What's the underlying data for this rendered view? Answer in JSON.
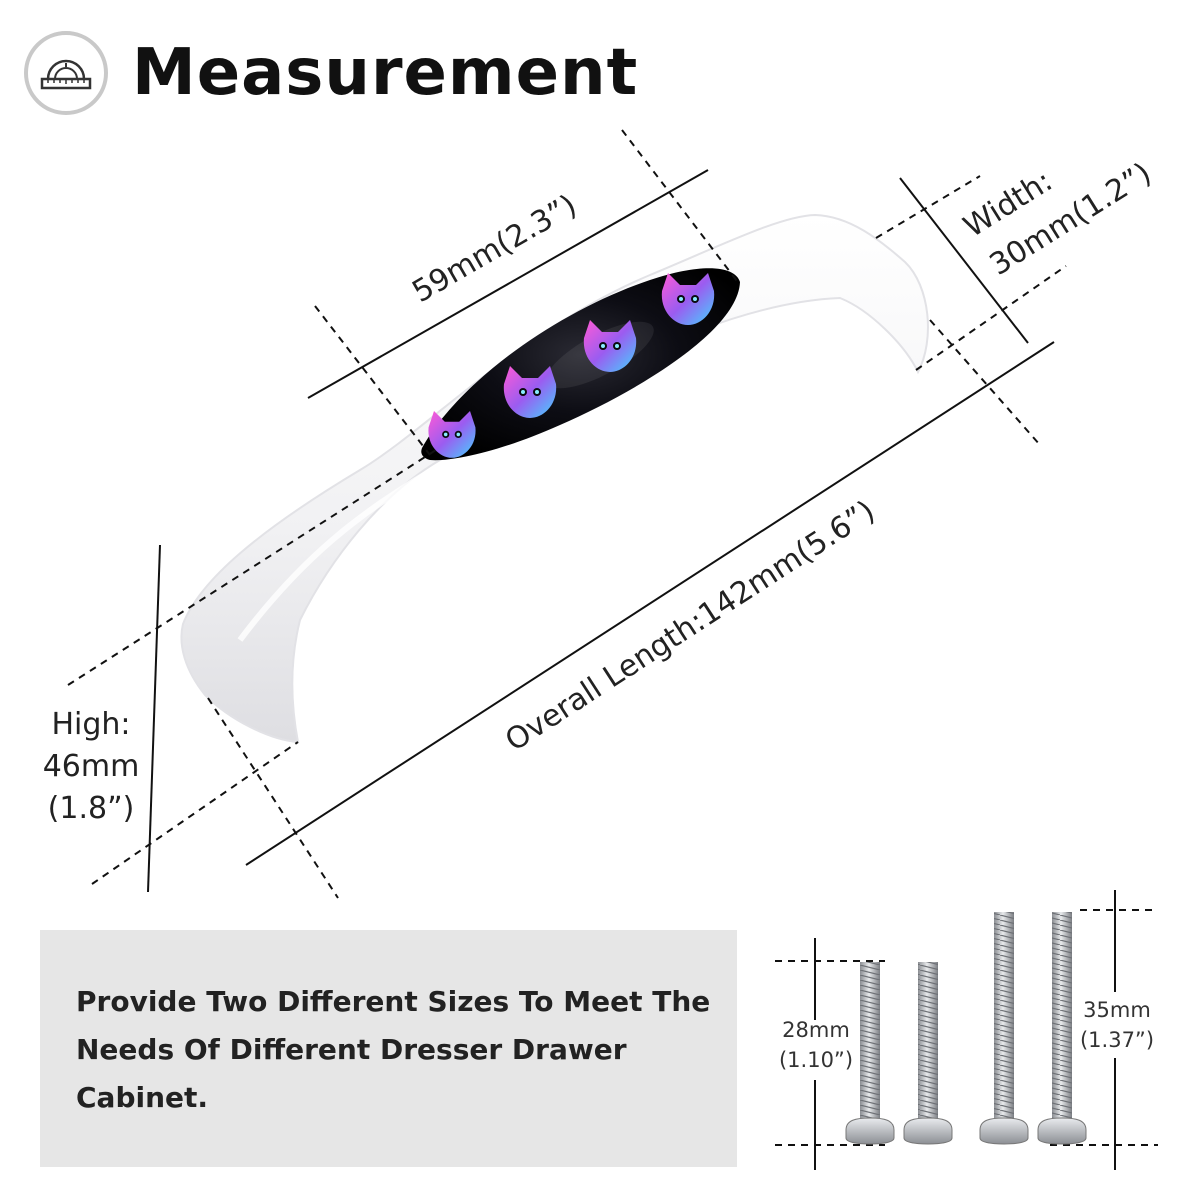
{
  "header": {
    "title": "Measurement",
    "icon": "ruler-protractor-icon"
  },
  "dimensions": {
    "insert_length": "59mm(2.3”)",
    "width_label": "Width:",
    "width_value": "30mm(1.2”)",
    "overall_length": "Overall Length:142mm(5.6”)",
    "high_label": "High:",
    "high_mm": "46mm",
    "high_in": "(1.8”)"
  },
  "info": {
    "text": "Provide Two Different Sizes To Meet The Needs Of Different Dresser Drawer Cabinet."
  },
  "screws": {
    "short_mm": "28mm",
    "short_in": "(1.10”)",
    "long_mm": "35mm",
    "long_in": "(1.37”)"
  },
  "colors": {
    "handle": "#f4f4f6",
    "insert": "#0b0b12",
    "accent_purple": "#9b5cf0",
    "accent_cyan": "#43d3ff",
    "info_bg": "#e6e6e6"
  }
}
